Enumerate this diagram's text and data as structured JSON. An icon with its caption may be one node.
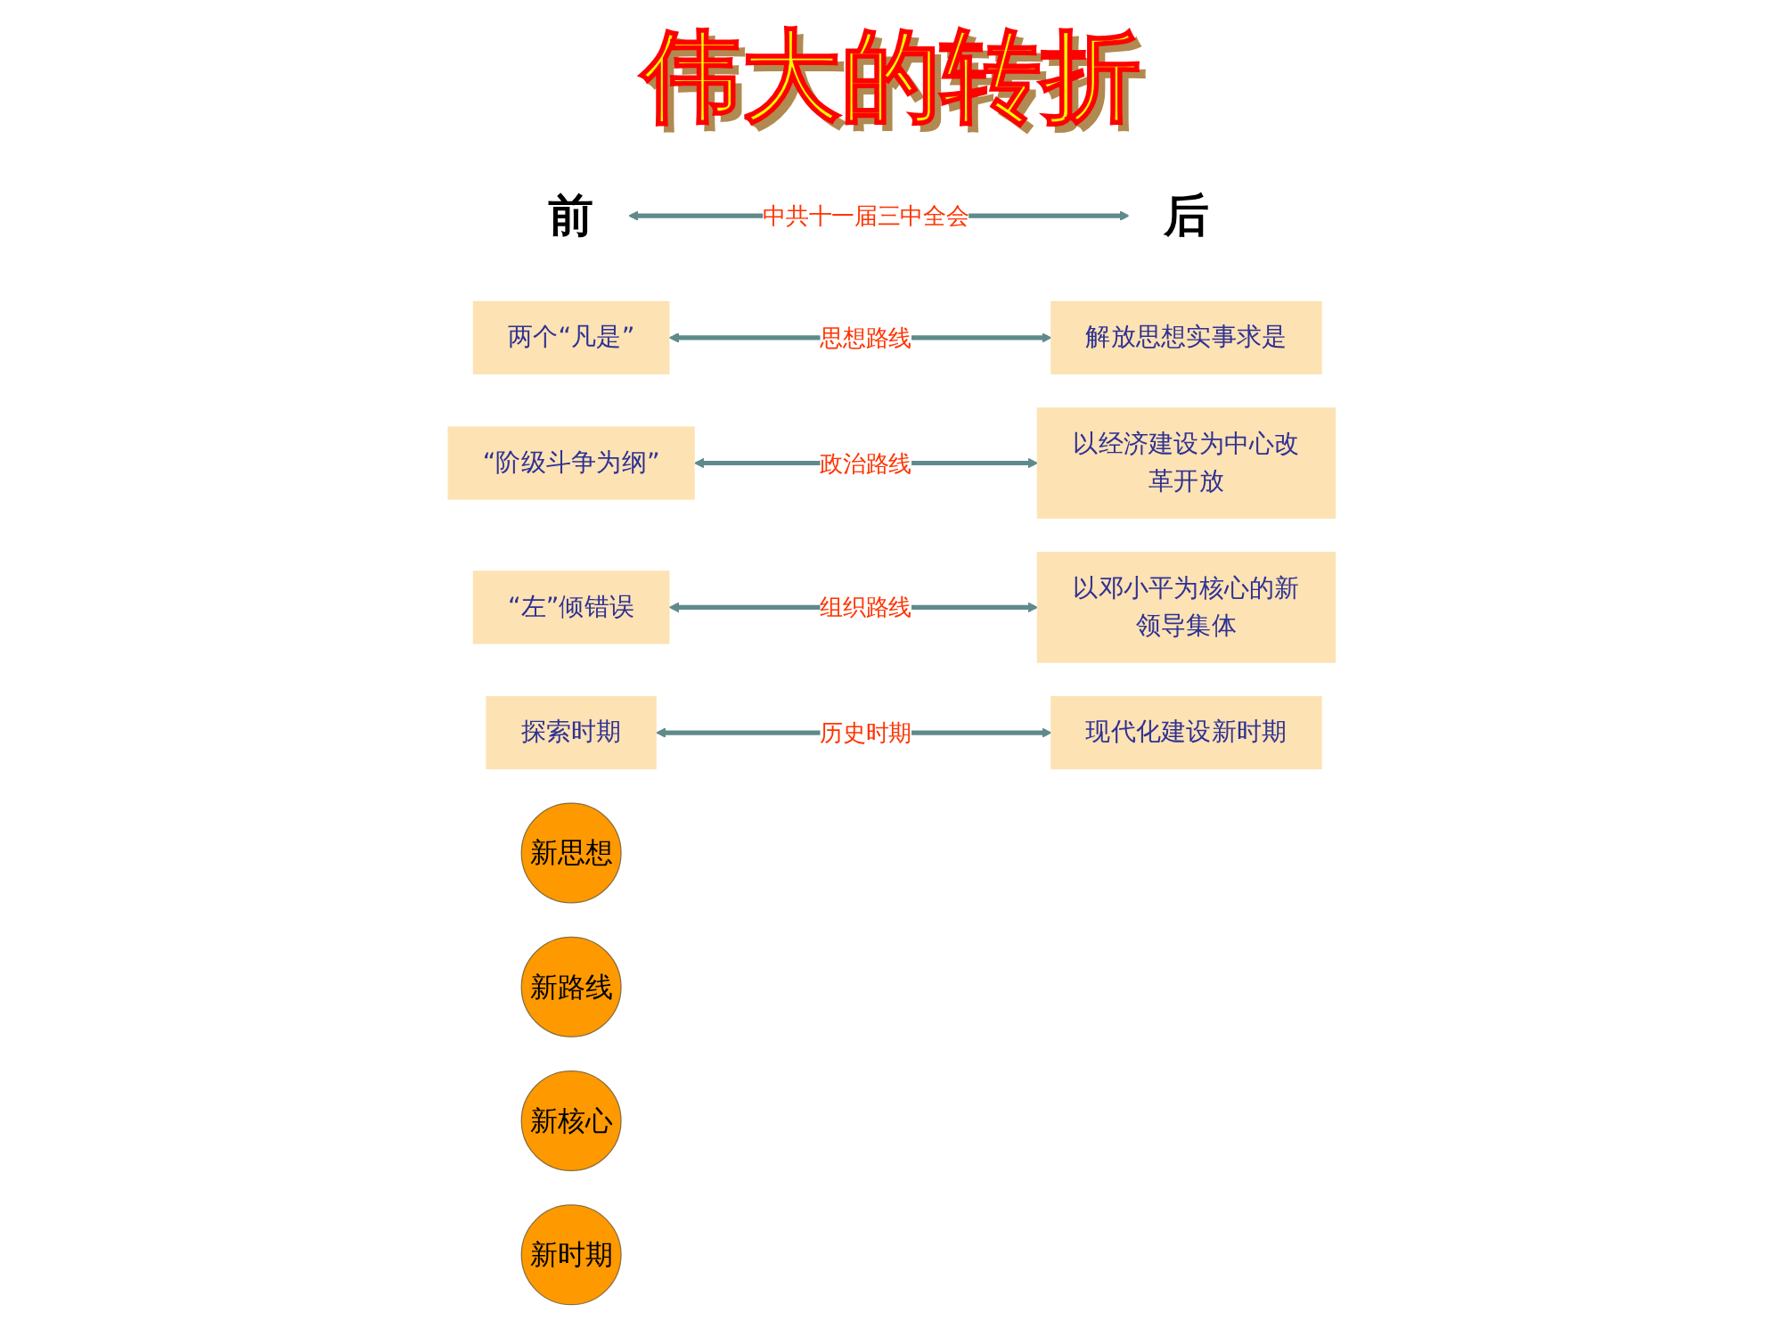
{
  "diagram": {
    "title": "伟大的转折",
    "nodes": [
      {
        "text": [
          "前"
        ]
      },
      {
        "text": [
          "后"
        ]
      },
      {
        "text": [
          "两个“凡是”"
        ]
      },
      {
        "text": [
          "“阶级斗争为纲”"
        ]
      },
      {
        "text": [
          "“左”倾错误"
        ]
      },
      {
        "text": [
          "探索时期"
        ]
      },
      {
        "text": [
          "解放思想实事求是"
        ]
      },
      {
        "text": [
          "以经济建设为中心改革开放"
        ]
      },
      {
        "text": [
          "以邓小平为核心的新领导集体"
        ]
      },
      {
        "text": [
          "现代化建设新时期"
        ]
      },
      {
        "text": [
          "新思想"
        ]
      },
      {
        "text": [
          "新路线"
        ]
      },
      {
        "text": [
          "新核心"
        ]
      },
      {
        "text": [
          "新时期"
        ]
      }
    ],
    "edges": [
      {
        "from": 0,
        "to": 1,
        "arrow": "both",
        "label": "中共十一届三中全会"
      },
      {
        "from": 2,
        "to": 6,
        "arrow": "both",
        "label": "思想路线"
      },
      {
        "from": 3,
        "to": 7,
        "arrow": "both",
        "label": "政治路线"
      },
      {
        "from": 4,
        "to": 8,
        "arrow": "both",
        "label": "组织路线"
      },
      {
        "from": 5,
        "to": 9,
        "arrow": "both",
        "label": "历史时期"
      }
    ]
  }
}
